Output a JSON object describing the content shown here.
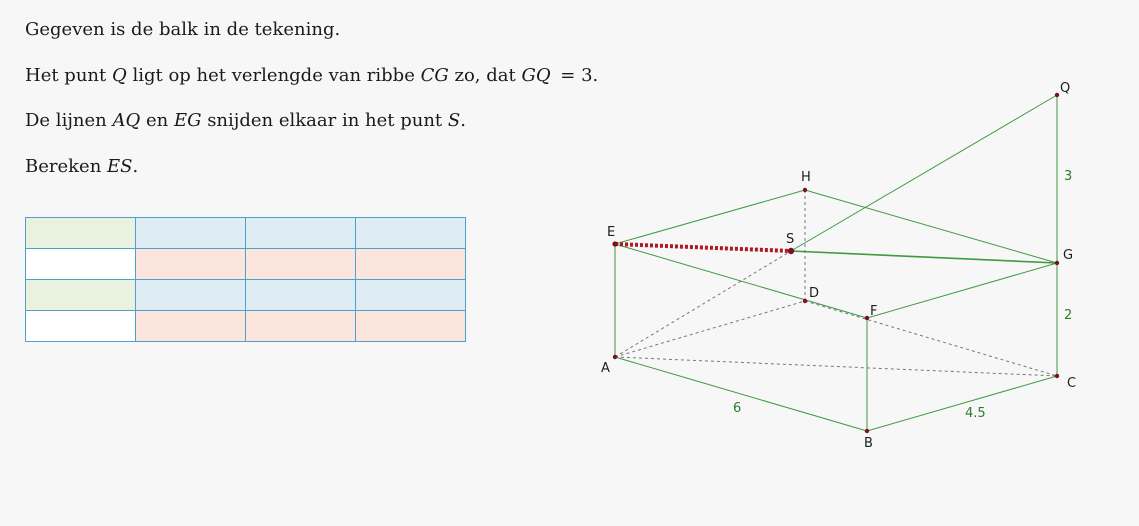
{
  "problem": {
    "line1": "Gegeven is de balk in de tekening.",
    "line2": {
      "t1": "Het punt ",
      "q": "Q",
      "t2": " ligt op het verlengde van ribbe ",
      "cg": "CG",
      "t3": " zo, dat ",
      "gq": "GQ",
      "t4": " = 3."
    },
    "line3": {
      "t1": "De lijnen ",
      "aq": "AQ",
      "t2": " en ",
      "eg": "EG",
      "t3": " snijden elkaar in het punt ",
      "s": "S",
      "t4": "."
    },
    "line4": {
      "t1": "Bereken ",
      "es": "ES",
      "t2": "."
    }
  },
  "table": {
    "rows": 4,
    "cols": 4,
    "cell_colors": [
      [
        "#e8f2de",
        "#deecf4",
        "#deecf4",
        "#deecf4"
      ],
      [
        "#ffffff",
        "#fbe5dd",
        "#fbe5dd",
        "#fbe5dd"
      ],
      [
        "#e8f2de",
        "#deecf4",
        "#deecf4",
        "#deecf4"
      ],
      [
        "#ffffff",
        "#fbe5dd",
        "#fbe5dd",
        "#fbe5dd"
      ]
    ],
    "border_color": "#4fa0cf"
  },
  "figure": {
    "points": {
      "A": "A",
      "B": "B",
      "C": "C",
      "D": "D",
      "E": "E",
      "F": "F",
      "G": "G",
      "H": "H",
      "Q": "Q",
      "S": "S"
    },
    "lengths": {
      "AB": "6",
      "BC": "4.5",
      "CG": "2",
      "GQ": "3"
    },
    "colors": {
      "edge": "#3f9a3f",
      "hidden": "#777777",
      "highlight": "#b01822",
      "point": "#7a1020",
      "length_label": "#2c7a2c"
    }
  }
}
